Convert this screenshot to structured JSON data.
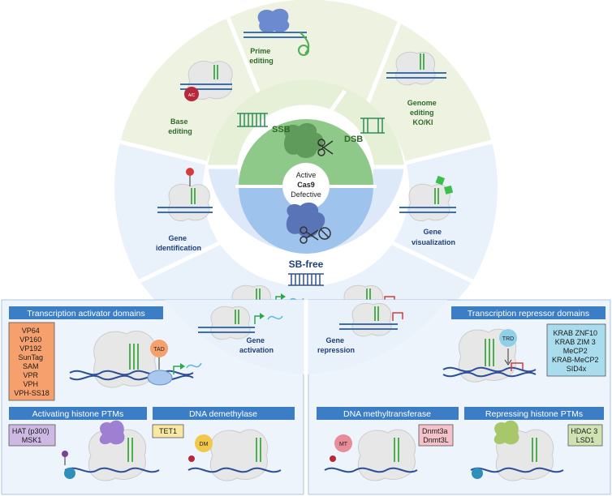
{
  "center": {
    "active": "Active",
    "cas9": "Cas9",
    "defective": "Defective"
  },
  "ring_labels": {
    "ssb": "SSB",
    "dsb": "DSB",
    "sb_free": "SB-free"
  },
  "sectors": {
    "prime_editing": [
      "Prime",
      "editing"
    ],
    "base_editing": [
      "Base",
      "editing"
    ],
    "genome_editing": [
      "Genome",
      "editing",
      "KO/KI"
    ],
    "gene_identification": [
      "Gene",
      "identification"
    ],
    "gene_visualization": [
      "Gene",
      "visualization"
    ],
    "gene_activation": [
      "Gene",
      "activation"
    ],
    "gene_repression": [
      "Gene",
      "repression"
    ]
  },
  "panels": {
    "activator_title": "Transcription activator domains",
    "activator_list": [
      "VP64",
      "VP160",
      "VP192",
      "SunTag",
      "SAM",
      "VPR",
      "VPH",
      "VPH-SS18"
    ],
    "tad": "TAD",
    "repressor_title": "Transcription repressor domains",
    "repressor_list": [
      "KRAB ZNF10",
      "KRAB ZIM 3",
      "MeCP2",
      "KRAB-MeCP2",
      "SID4x"
    ],
    "trd": "TRD",
    "act_histone_title": "Activating histone PTMs",
    "act_histone_list": [
      "HAT (p300)",
      "MSK1"
    ],
    "demethylase_title": "DNA demethylase",
    "demethylase_list": [
      "TET1"
    ],
    "dm": "DM",
    "methyltransferase_title": "DNA methyltransferase",
    "methyltransferase_list": [
      "Dnmt3a",
      "Dnmt3L"
    ],
    "mt": "MT",
    "rep_histone_title": "Repressing histone PTMs",
    "rep_histone_list": [
      "HDAC 3",
      "LSD1"
    ],
    "ac": "AC"
  },
  "colors": {
    "active_green": "#8fc98a",
    "defective_blue": "#9ec3ec",
    "green_sector": "#eef3e1",
    "blue_sector": "#e9f1fb",
    "bar_blue": "#3b7ec6",
    "green_text": "#2f6a2a",
    "blue_text": "#1f3f7a",
    "activator_box": "#f6a16d",
    "repressor_box": "#a9dcec",
    "act_histone_box": "#cdb9e3",
    "demethylase_box": "#f8e8a3",
    "methyltransferase_box": "#f4c2c8",
    "rep_histone_box": "#cfe3b2"
  }
}
